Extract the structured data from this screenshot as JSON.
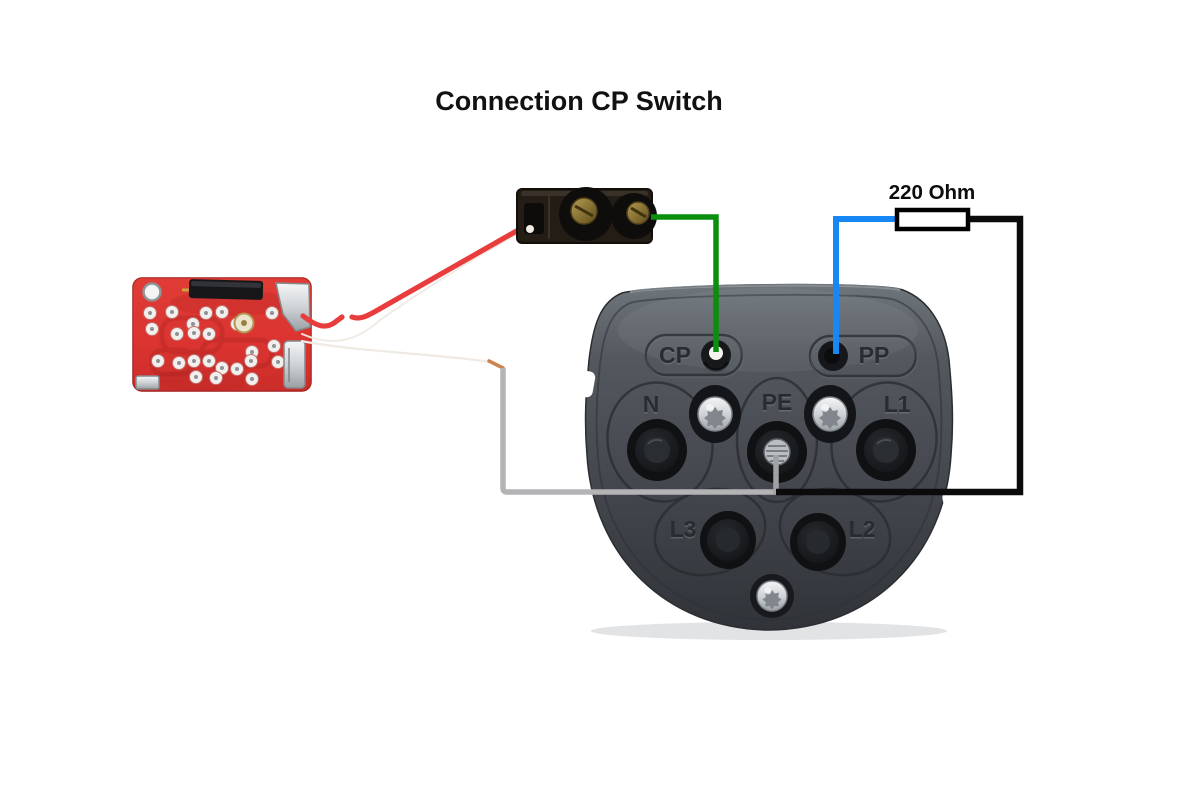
{
  "title": "Connection CP Switch",
  "resistor": {
    "label": "220 Ohm"
  },
  "connector": {
    "pins": {
      "cp": "CP",
      "pp": "PP",
      "n": "N",
      "pe": "PE",
      "l1": "L1",
      "l3": "L3",
      "l2": "L2"
    }
  },
  "colors": {
    "title_color": "#111111",
    "wire_green": "#0a8e0d",
    "wire_blue": "#1787f5",
    "wire_black": "#0b0b0b",
    "wire_gray": "#b4b4b6",
    "wire_red": "#e83d3c",
    "wire_white": "#f0eae4",
    "solder_joint": "#cc8352",
    "resistor_border": "#000000",
    "resistor_fill": "#ffffff",
    "pcb_red": "#dd3431",
    "switch_body": "#241d16",
    "connector_body": "#484d53"
  }
}
